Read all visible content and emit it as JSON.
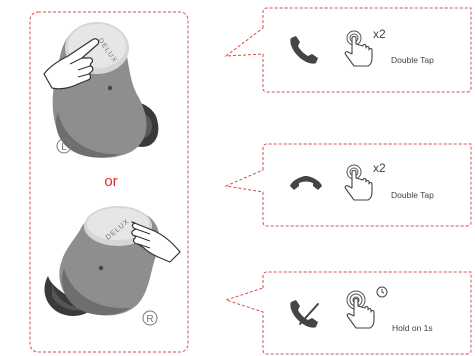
{
  "earbuds": {
    "left": {
      "brand_text": "DELUX",
      "side_label": "L"
    },
    "right": {
      "brand_text": "DELUX",
      "side_label": "R"
    },
    "separator": "or"
  },
  "actions": [
    {
      "icon": "answer-call-icon",
      "gesture_icon": "tap-hand-icon",
      "count": "x2",
      "label": "Double Tap"
    },
    {
      "icon": "hang-up-icon",
      "gesture_icon": "tap-hand-icon",
      "count": "x2",
      "label": "Double Tap"
    },
    {
      "icon": "reject-call-icon",
      "gesture_icon": "hold-hand-icon",
      "timer_icon": "clock-icon",
      "label": "Hold on 1s"
    }
  ],
  "colors": {
    "dashed_border": "#d94c4c",
    "accent_text": "#d9312b",
    "earbud_body": "#8e8e8e",
    "earbud_shadow": "#5e5e5e",
    "touch_panel": "#d6d6d6",
    "ear_tip": "#3a3a3a",
    "icon_gray": "#555555"
  }
}
